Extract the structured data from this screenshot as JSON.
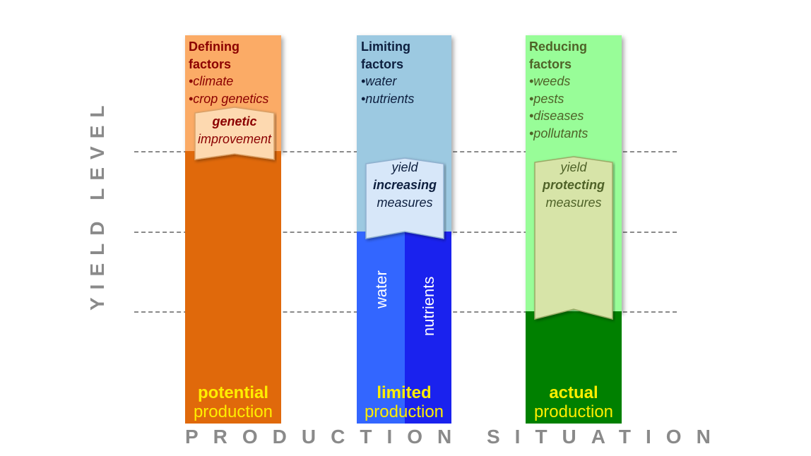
{
  "axes": {
    "y_label": "YIELD LEVEL",
    "x_label": "PRODUCTION SITUATION"
  },
  "defining": {
    "title_line1": "Defining",
    "title_line2": "factors",
    "items": [
      "•climate",
      "•crop genetics"
    ],
    "chevron_line1": "genetic",
    "chevron_line2": "improvement",
    "prod_line1": "potential",
    "prod_line2": "production",
    "colors": {
      "top": "#fbab66",
      "bar": "#e0690b",
      "text": "#8b0000",
      "chevron": "#fdd9b0"
    }
  },
  "limiting": {
    "title_line1": "Limiting",
    "title_line2": "factors",
    "items": [
      "•water",
      "•nutrients"
    ],
    "chevron_line1": "yield",
    "chevron_line2": "increasing",
    "chevron_line3": "measures",
    "water_label": "water",
    "nutrients_label": "nutrients",
    "prod_line1": "limited",
    "prod_line2": "production",
    "colors": {
      "top": "#9cc9e1",
      "water": "#3366ff",
      "nutrients": "#1a22ee",
      "text": "#0d1f3f",
      "chevron": "#d7e7f9"
    }
  },
  "reducing": {
    "title_line1": "Reducing",
    "title_line2": "factors",
    "items": [
      "•weeds",
      "•pests",
      "•diseases",
      "•pollutants"
    ],
    "chevron_line1": "yield",
    "chevron_line2": "protecting",
    "chevron_line3": "measures",
    "prod_line1": "actual",
    "prod_line2": "production",
    "colors": {
      "top": "#98fd98",
      "bar": "#008000",
      "text": "#4f6228",
      "chevron": "#d7e4a8"
    }
  }
}
